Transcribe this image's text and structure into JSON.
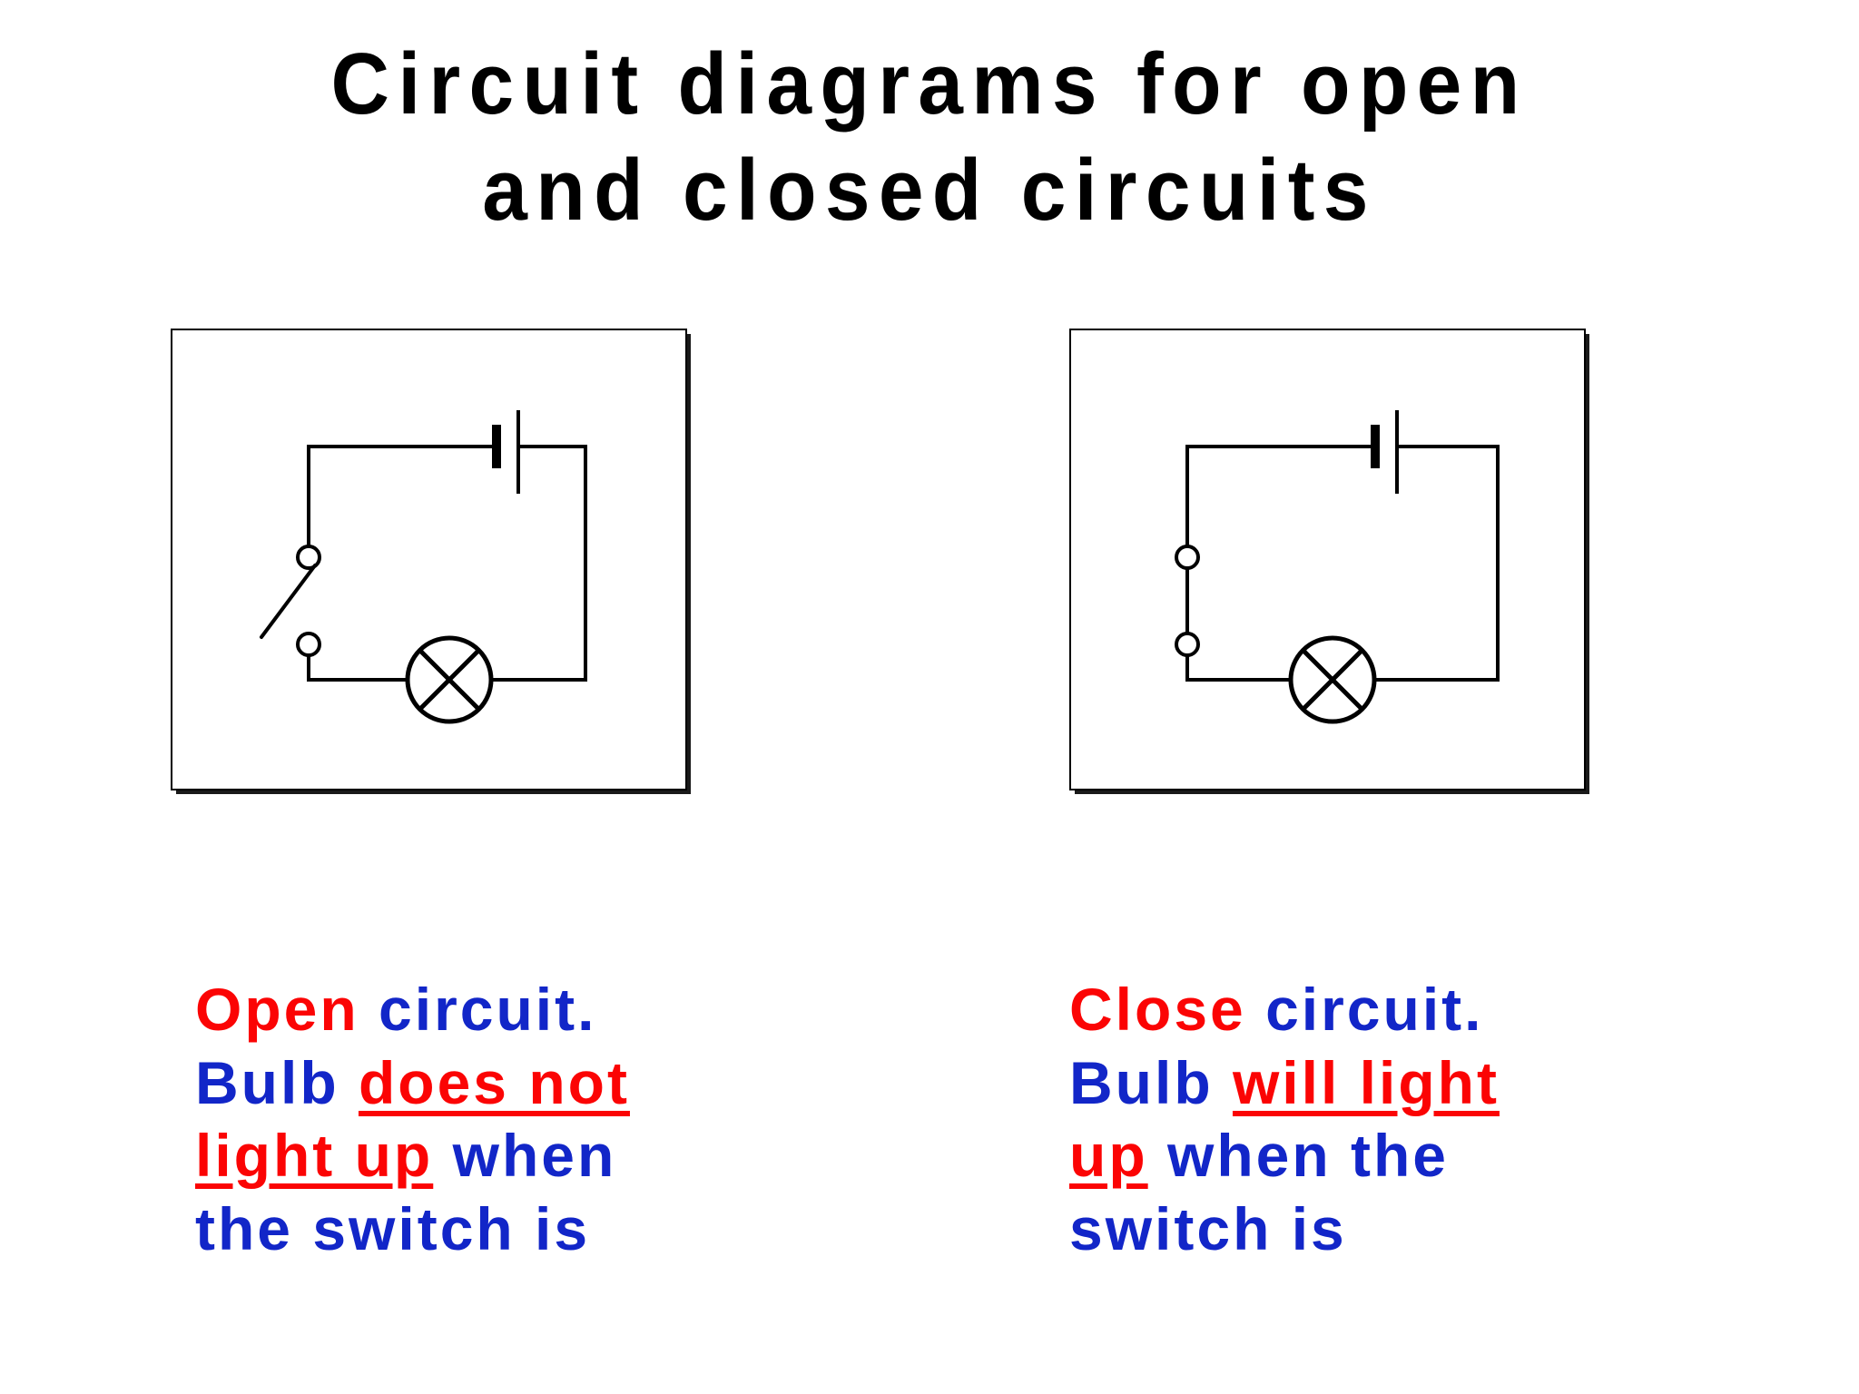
{
  "page": {
    "background_color": "#ffffff",
    "title": "Circuit diagrams for open\nand closed circuits",
    "title_color": "#000000"
  },
  "colors": {
    "red": "#fb0404",
    "blue": "#1226c8",
    "wire": "#000000",
    "panel_border": "#000000"
  },
  "panels": [
    {
      "id": "open-circuit",
      "name": "open-circuit-diagram",
      "state": "open",
      "components": [
        "battery",
        "switch-open",
        "lamp"
      ],
      "battery_label": "battery",
      "switch_label": "switch-open",
      "lamp_label": "lamp"
    },
    {
      "id": "closed-circuit",
      "name": "closed-circuit-diagram",
      "state": "closed",
      "components": [
        "battery",
        "switch-closed",
        "lamp"
      ],
      "battery_label": "battery",
      "switch_label": "switch-closed",
      "lamp_label": "lamp"
    }
  ],
  "captions": {
    "left": {
      "line1_red": "Open",
      "line1_blue": " circuit.",
      "line2_blue": "Bulb ",
      "line2_red_underline": "does not",
      "line3_red_underline": "light up",
      "line3_blue": " when",
      "line4_blue": "the switch is"
    },
    "right": {
      "line1_red": "Close",
      "line1_blue": " circuit.",
      "line2_blue": "Bulb ",
      "line2_red_underline": "will light",
      "line3_red_underline": "up",
      "line3_blue": " when the",
      "line4_blue": "switch is"
    }
  }
}
